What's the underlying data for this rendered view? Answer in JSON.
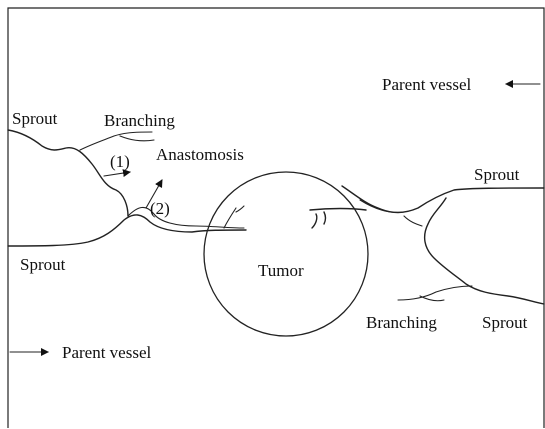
{
  "labels": {
    "parent_vessel_top": "Parent vessel",
    "parent_vessel_bottom": "Parent vessel",
    "sprout_top_left": "Sprout",
    "sprout_bottom_left": "Sprout",
    "sprout_right_top": "Sprout",
    "sprout_right_bottom": "Sprout",
    "branching_top": "Branching",
    "branching_bottom": "Branching",
    "anastomosis": "Anastomosis",
    "step_1": "(1)",
    "step_2": "(2)",
    "tumor": "Tumor"
  },
  "colors": {
    "line": "#222222",
    "background": "#ffffff"
  }
}
